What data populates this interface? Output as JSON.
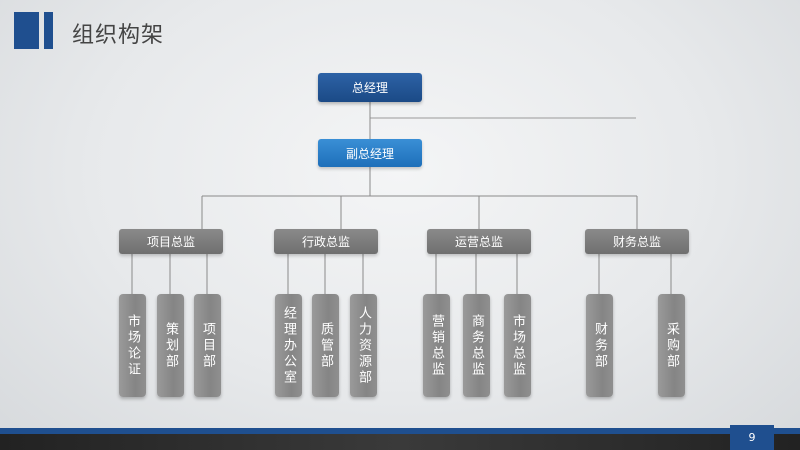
{
  "slide": {
    "title": "组织构架",
    "page_number": "9"
  },
  "org": {
    "general_manager": "总经理",
    "deputy_manager": "副总经理",
    "directors": [
      {
        "label": "项目总监",
        "departments": [
          "市场论证",
          "策划部",
          "项目部"
        ]
      },
      {
        "label": "行政总监",
        "departments": [
          "经理办公室",
          "质管部",
          "人力资源部"
        ]
      },
      {
        "label": "运营总监",
        "departments": [
          "营销总监",
          "商务总监",
          "市场总监"
        ]
      },
      {
        "label": "财务总监",
        "departments": [
          "财务部",
          "采购部"
        ]
      }
    ]
  },
  "colors": {
    "brand_blue": "#1f4f8f",
    "deputy_blue": "#2b7fc8",
    "director_gray": "#7c7c7c",
    "dept_gray": "#8e8e8e",
    "line_gray": "#8a8a8a"
  },
  "icons": [
    "logo-block-icon"
  ]
}
